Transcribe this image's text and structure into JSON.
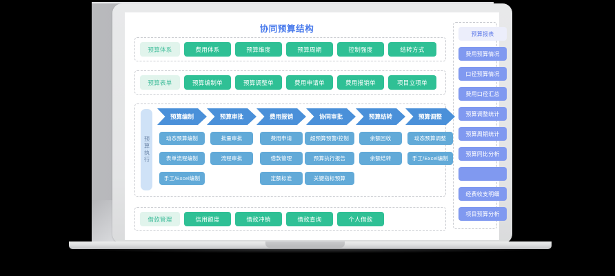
{
  "title": "协同预算结构",
  "vertical_label": "预算执行",
  "section_rows": [
    {
      "name": "budget-system-row",
      "items": [
        "预算体系",
        "费用体系",
        "预算维度",
        "预算周期",
        "控制强度",
        "结转方式"
      ]
    },
    {
      "name": "budget-form-row",
      "items": [
        "预算表单",
        "预算编制单",
        "预算调整单",
        "费用申请单",
        "费用报销单",
        "项目立项单"
      ]
    }
  ],
  "loan_row": {
    "name": "loan-management-row",
    "items": [
      "借款管理",
      "信用额度",
      "借款冲销",
      "借款查询",
      "个人借款"
    ]
  },
  "flow": {
    "steps": [
      "预算编制",
      "预算审批",
      "费用报销",
      "协同审批",
      "预算结转",
      "预算调整"
    ],
    "columns": [
      [
        "动态预算编制",
        "表单流程编制",
        "手工/Excel编制"
      ],
      [
        "批量审批",
        "流程审批"
      ],
      [
        "费用申请",
        "借款管理",
        "定额标准"
      ],
      [
        "超预算预警/控制",
        "预算执行报告",
        "关键指标预算"
      ],
      [
        "余额回收",
        "余额结转"
      ],
      [
        "动态预算调整",
        "手工/Excel编制"
      ]
    ]
  },
  "sidebar": {
    "header": "预算报表",
    "items": [
      "费用预算情况",
      "口径预算情况",
      "费用口径汇总",
      "预算调整统计",
      "预算周期统计",
      "预算同比分析",
      "",
      "经费收支明细",
      "项目预算分析"
    ]
  },
  "colors": {
    "title": "#4a7bec",
    "green": "#2fc095",
    "green_light": "#e1f4ec",
    "arrow_blue": "#4a90d9",
    "task_blue": "#62aad8",
    "sidebar_blue": "#8099f0",
    "sidebar_head": "#eceefb"
  }
}
